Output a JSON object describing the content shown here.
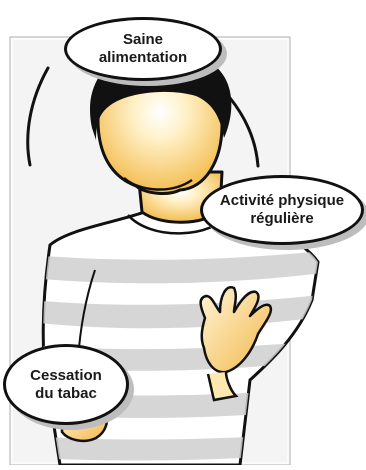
{
  "bubbles": {
    "healthy_eating": {
      "line1": "Saine",
      "line2": "alimentation"
    },
    "physical_activity": {
      "line1": "Activité physique",
      "line2": "régulière"
    },
    "quit_smoking": {
      "line1": "Cessation",
      "line2": "du tabac"
    }
  }
}
